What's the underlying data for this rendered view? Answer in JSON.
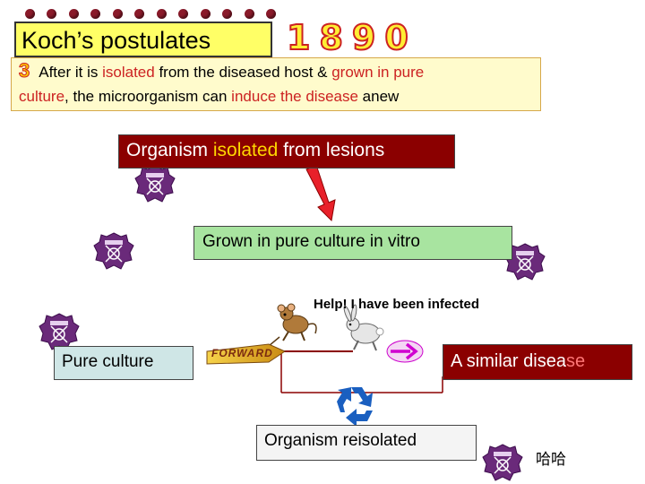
{
  "title": "Koch’s postulates",
  "year_digits": [
    "1",
    "8",
    "9",
    "0"
  ],
  "postulate": {
    "number": "3",
    "line1_a": "After it is ",
    "line1_b": "isolated",
    "line1_c": " from the diseased host & ",
    "line1_d": "grown in pure",
    "line2_a": "culture",
    "line2_b": ", the microorganism can ",
    "line2_c": "induce the disease",
    "line2_d": " anew"
  },
  "boxes": {
    "isolated_a": "Organism ",
    "isolated_b": "isolated",
    "isolated_c": " from lesions",
    "grown": "Grown in pure culture in vitro",
    "help": "Help! I have been infected",
    "pure": "Pure culture",
    "similar_a": "A similar disea",
    "similar_b": "se",
    "reisolated": "Organism reisolated",
    "haha": "哈哈"
  },
  "forward_label": "FORWARD",
  "icons": [
    "virus-icon",
    "mouse-icon",
    "rabbit-icon",
    "recycle-icon",
    "forward-arrow-icon",
    "magenta-arrow-icon",
    "red-arrow-icon"
  ],
  "colors": {
    "title_bg": "#ffff66",
    "post_bg": "#fffbcc",
    "dark_red": "#8b0000",
    "green": "#a8e4a0",
    "accent_red": "#cc2222",
    "virus": "#6a2a7a"
  }
}
